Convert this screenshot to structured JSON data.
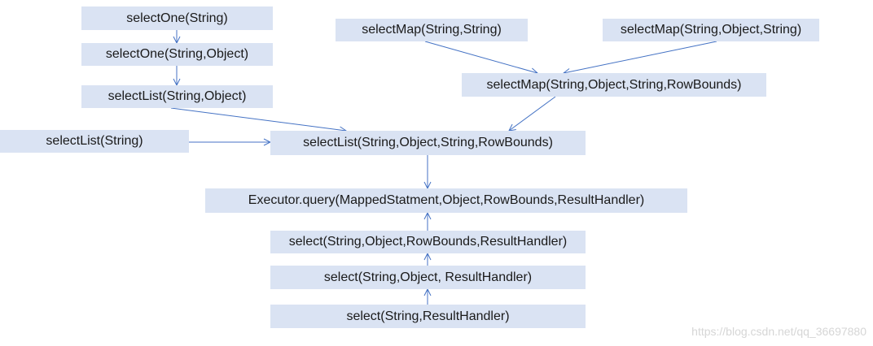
{
  "nodes": {
    "selectOne_String": "selectOne(String)",
    "selectOne_String_Object": "selectOne(String,Object)",
    "selectList_String_Object": "selectList(String,Object)",
    "selectList_String": "selectList(String)",
    "selectList_full": "selectList(String,Object,String,RowBounds)",
    "selectMap_String_String": "selectMap(String,String)",
    "selectMap_String_Object_String": "selectMap(String,Object,String)",
    "selectMap_full": "selectMap(String,Object,String,RowBounds)",
    "executor_query": "Executor.query(MappedStatment,Object,RowBounds,ResultHandler)",
    "select_full": "select(String,Object,RowBounds,ResultHandler)",
    "select_String_Object_ResultHandler": "select(String,Object, ResultHandler)",
    "select_String_ResultHandler": "select(String,ResultHandler)"
  },
  "edges": [
    {
      "from": "selectOne_String",
      "to": "selectOne_String_Object"
    },
    {
      "from": "selectOne_String_Object",
      "to": "selectList_String_Object"
    },
    {
      "from": "selectList_String_Object",
      "to": "selectList_full"
    },
    {
      "from": "selectList_String",
      "to": "selectList_full"
    },
    {
      "from": "selectMap_String_String",
      "to": "selectMap_full"
    },
    {
      "from": "selectMap_String_Object_String",
      "to": "selectMap_full"
    },
    {
      "from": "selectMap_full",
      "to": "selectList_full"
    },
    {
      "from": "selectList_full",
      "to": "executor_query"
    },
    {
      "from": "select_full",
      "to": "executor_query"
    },
    {
      "from": "select_String_Object_ResultHandler",
      "to": "select_full"
    },
    {
      "from": "select_String_ResultHandler",
      "to": "select_String_Object_ResultHandler"
    }
  ],
  "colors": {
    "node_fill": "#dae3f3",
    "edge": "#4472c4",
    "text": "#1a1a1a"
  },
  "watermark": "https://blog.csdn.net/qq_36697880"
}
